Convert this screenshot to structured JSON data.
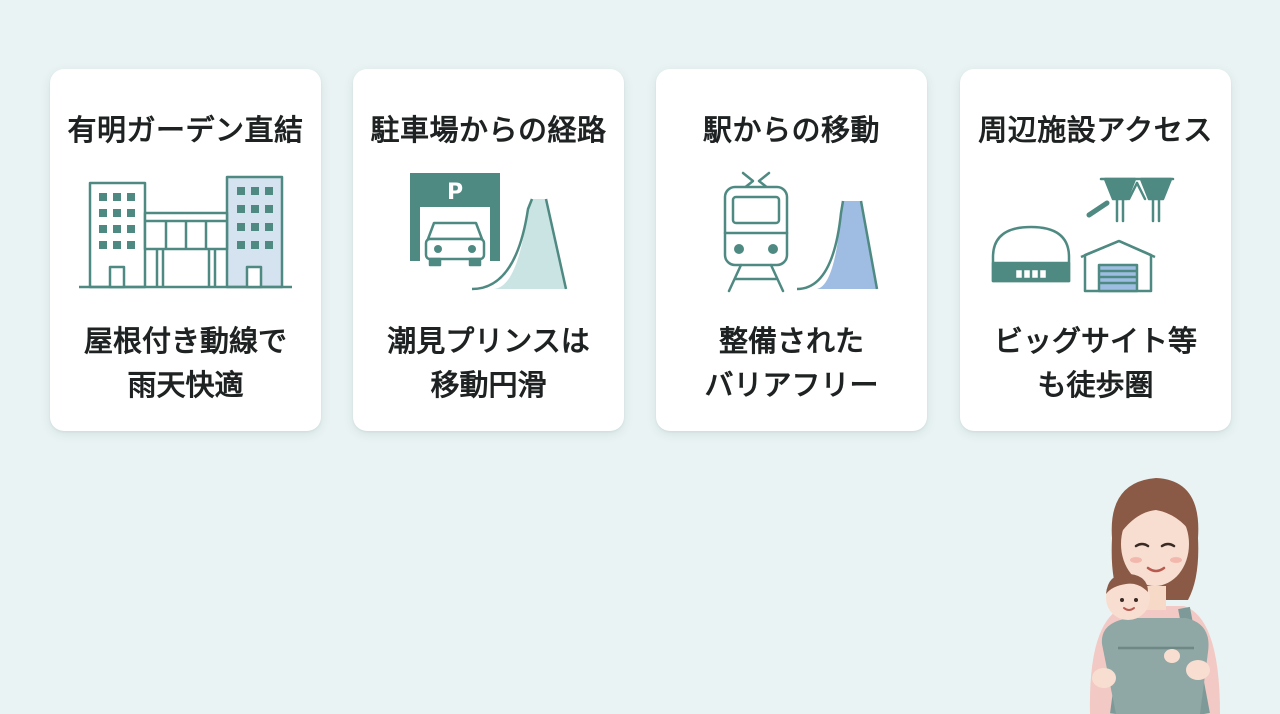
{
  "cards": [
    {
      "title": "有明ガーデン直結",
      "icon": "connected-buildings-icon",
      "desc_line1": "屋根付き動線で",
      "desc_line2": "雨天快適"
    },
    {
      "title": "駐車場からの経路",
      "icon": "parking-car-icon",
      "desc_line1": "潮見プリンスは",
      "desc_line2": "移動円滑"
    },
    {
      "title": "駅からの移動",
      "icon": "train-ramp-icon",
      "desc_line1": "整備された",
      "desc_line2": "バリアフリー"
    },
    {
      "title": "周辺施設アクセス",
      "icon": "facilities-icon",
      "desc_line1": "ビッグサイト等",
      "desc_line2": "も徒歩圏"
    }
  ],
  "colors": {
    "background": "#e9f3f3",
    "card": "#ffffff",
    "teal": "#4e8a82",
    "light_teal": "#c9e4e2",
    "light_blue": "#9fbde3",
    "pale_blue": "#d5e2ef"
  }
}
